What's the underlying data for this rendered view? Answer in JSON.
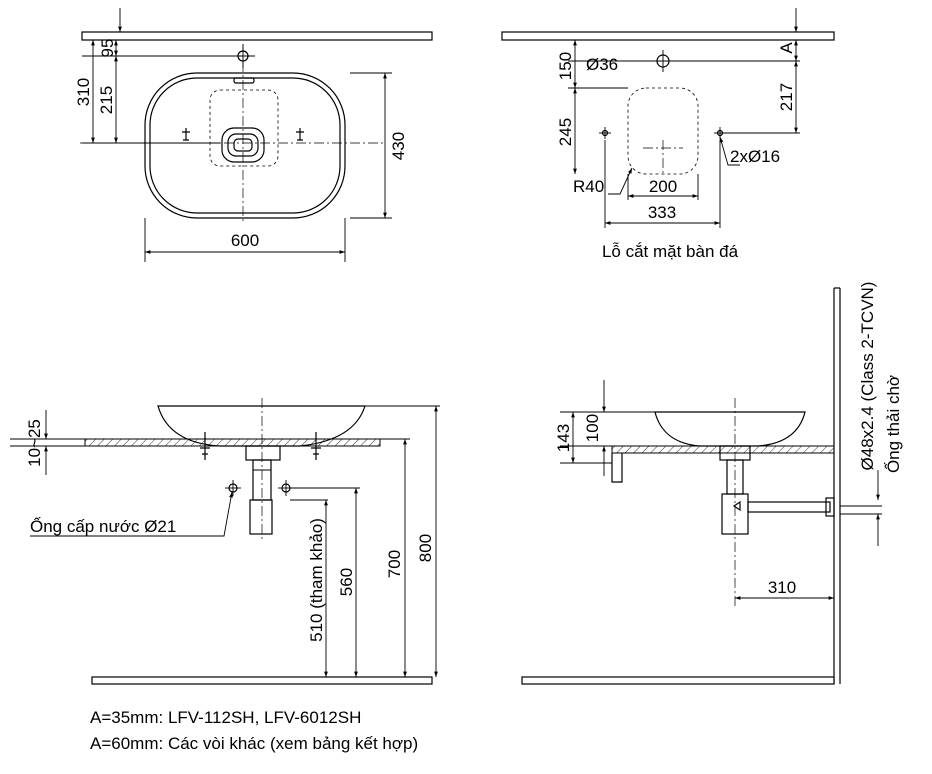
{
  "top_view": {
    "dims": {
      "d95": "95",
      "d310": "310",
      "d215": "215",
      "d430": "430",
      "d600": "600"
    }
  },
  "cutout_view": {
    "dims": {
      "d150": "150",
      "d36": "Ø36",
      "dA": "A",
      "d217": "217",
      "d245": "245",
      "d2x16": "2xØ16",
      "dR40": "R40",
      "d200": "200",
      "d333": "333"
    },
    "caption": "Lỗ cắt mặt bàn đá"
  },
  "front_view": {
    "dims": {
      "d10_25": "10~25",
      "d510": "510 (tham khảo)",
      "d560": "560",
      "d700": "700",
      "d800": "800"
    },
    "supply_label": "Ống cấp nước Ø21"
  },
  "side_view": {
    "dims": {
      "d143": "143",
      "d100": "100",
      "d310": "310"
    },
    "pipe_label": "Ø48x2.4 (Class 2-TCVN)",
    "drain_label": "Ống thải chờ"
  },
  "notes": {
    "line1": "A=35mm: LFV-112SH, LFV-6012SH",
    "line2": "A=60mm: Các vòi khác (xem bảng kết hợp)"
  }
}
